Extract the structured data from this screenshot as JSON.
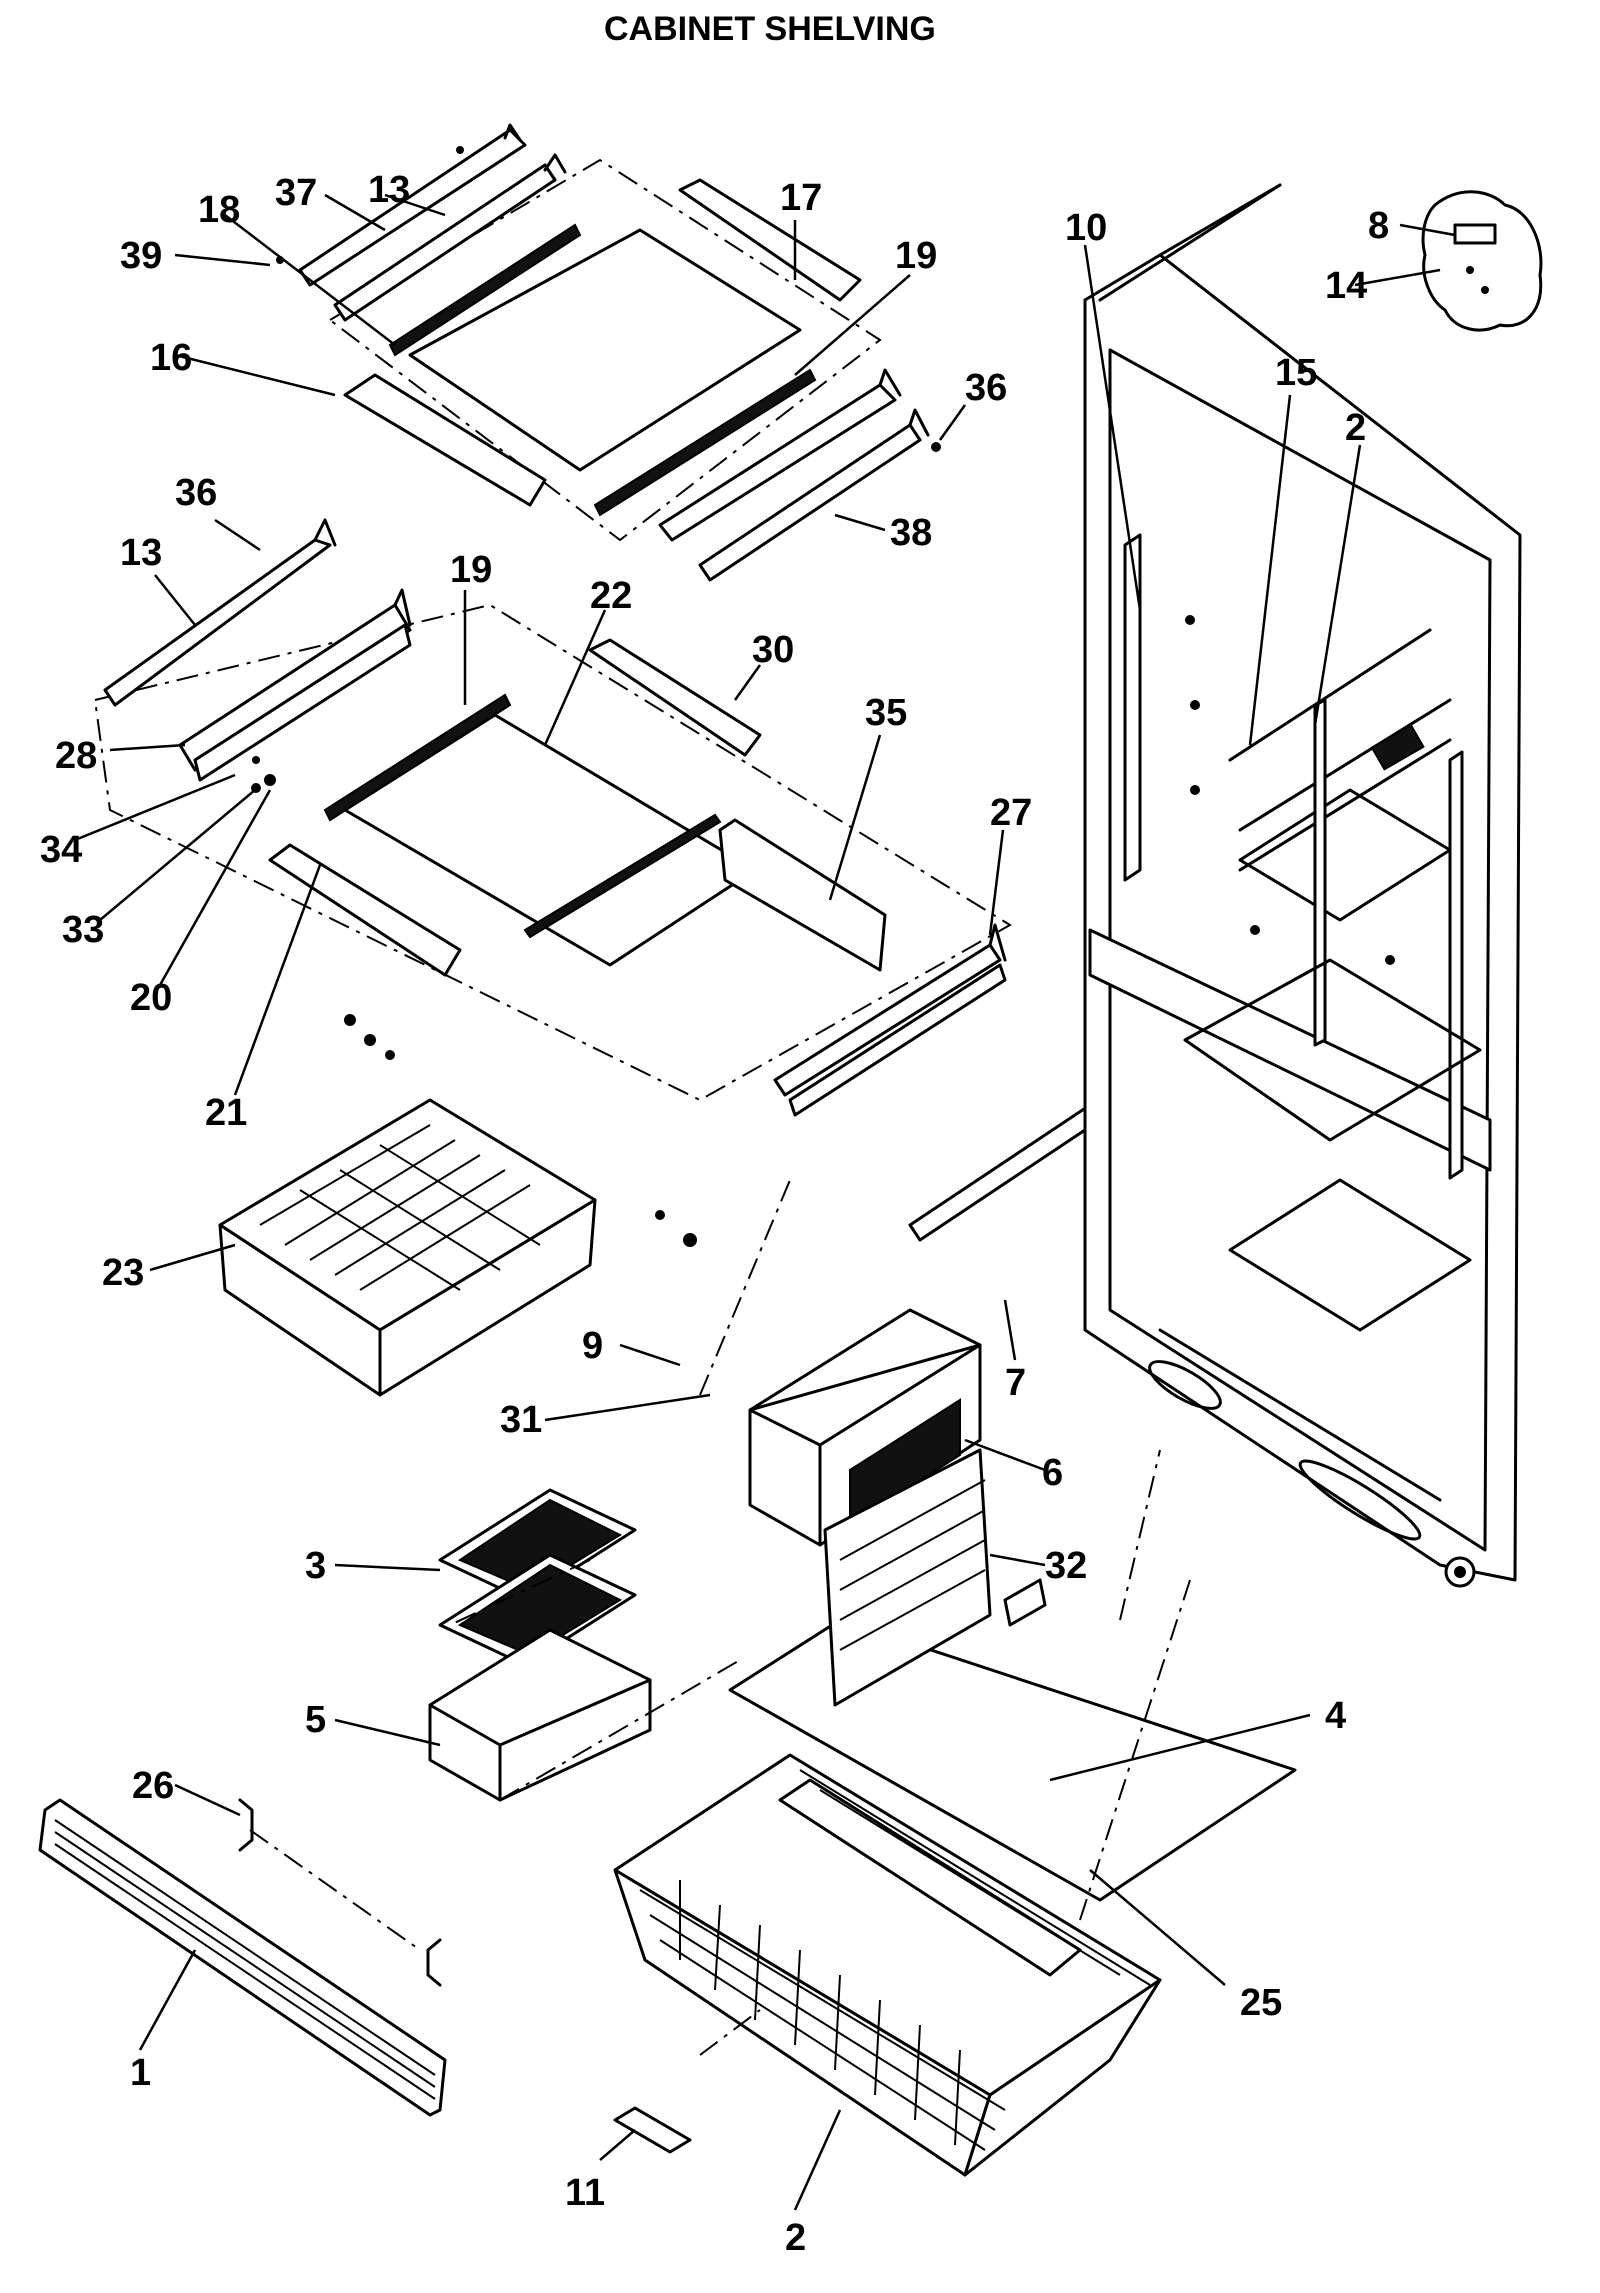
{
  "title": "CABINET SHELVING",
  "callouts": [
    {
      "id": "c1",
      "label": "1"
    },
    {
      "id": "c2a",
      "label": "2"
    },
    {
      "id": "c2b",
      "label": "2"
    },
    {
      "id": "c3",
      "label": "3"
    },
    {
      "id": "c4",
      "label": "4"
    },
    {
      "id": "c5",
      "label": "5"
    },
    {
      "id": "c6",
      "label": "6"
    },
    {
      "id": "c7",
      "label": "7"
    },
    {
      "id": "c8",
      "label": "8"
    },
    {
      "id": "c9",
      "label": "9"
    },
    {
      "id": "c10",
      "label": "10"
    },
    {
      "id": "c11",
      "label": "11"
    },
    {
      "id": "c13a",
      "label": "13"
    },
    {
      "id": "c13b",
      "label": "13"
    },
    {
      "id": "c14",
      "label": "14"
    },
    {
      "id": "c15",
      "label": "15"
    },
    {
      "id": "c16",
      "label": "16"
    },
    {
      "id": "c17",
      "label": "17"
    },
    {
      "id": "c18",
      "label": "18"
    },
    {
      "id": "c19a",
      "label": "19"
    },
    {
      "id": "c19b",
      "label": "19"
    },
    {
      "id": "c20",
      "label": "20"
    },
    {
      "id": "c21",
      "label": "21"
    },
    {
      "id": "c22",
      "label": "22"
    },
    {
      "id": "c23",
      "label": "23"
    },
    {
      "id": "c25",
      "label": "25"
    },
    {
      "id": "c26",
      "label": "26"
    },
    {
      "id": "c27",
      "label": "27"
    },
    {
      "id": "c28",
      "label": "28"
    },
    {
      "id": "c30",
      "label": "30"
    },
    {
      "id": "c31",
      "label": "31"
    },
    {
      "id": "c32",
      "label": "32"
    },
    {
      "id": "c33",
      "label": "33"
    },
    {
      "id": "c34",
      "label": "34"
    },
    {
      "id": "c35",
      "label": "35"
    },
    {
      "id": "c36a",
      "label": "36"
    },
    {
      "id": "c36b",
      "label": "36"
    },
    {
      "id": "c37",
      "label": "37"
    },
    {
      "id": "c38",
      "label": "38"
    },
    {
      "id": "c39",
      "label": "39"
    }
  ]
}
